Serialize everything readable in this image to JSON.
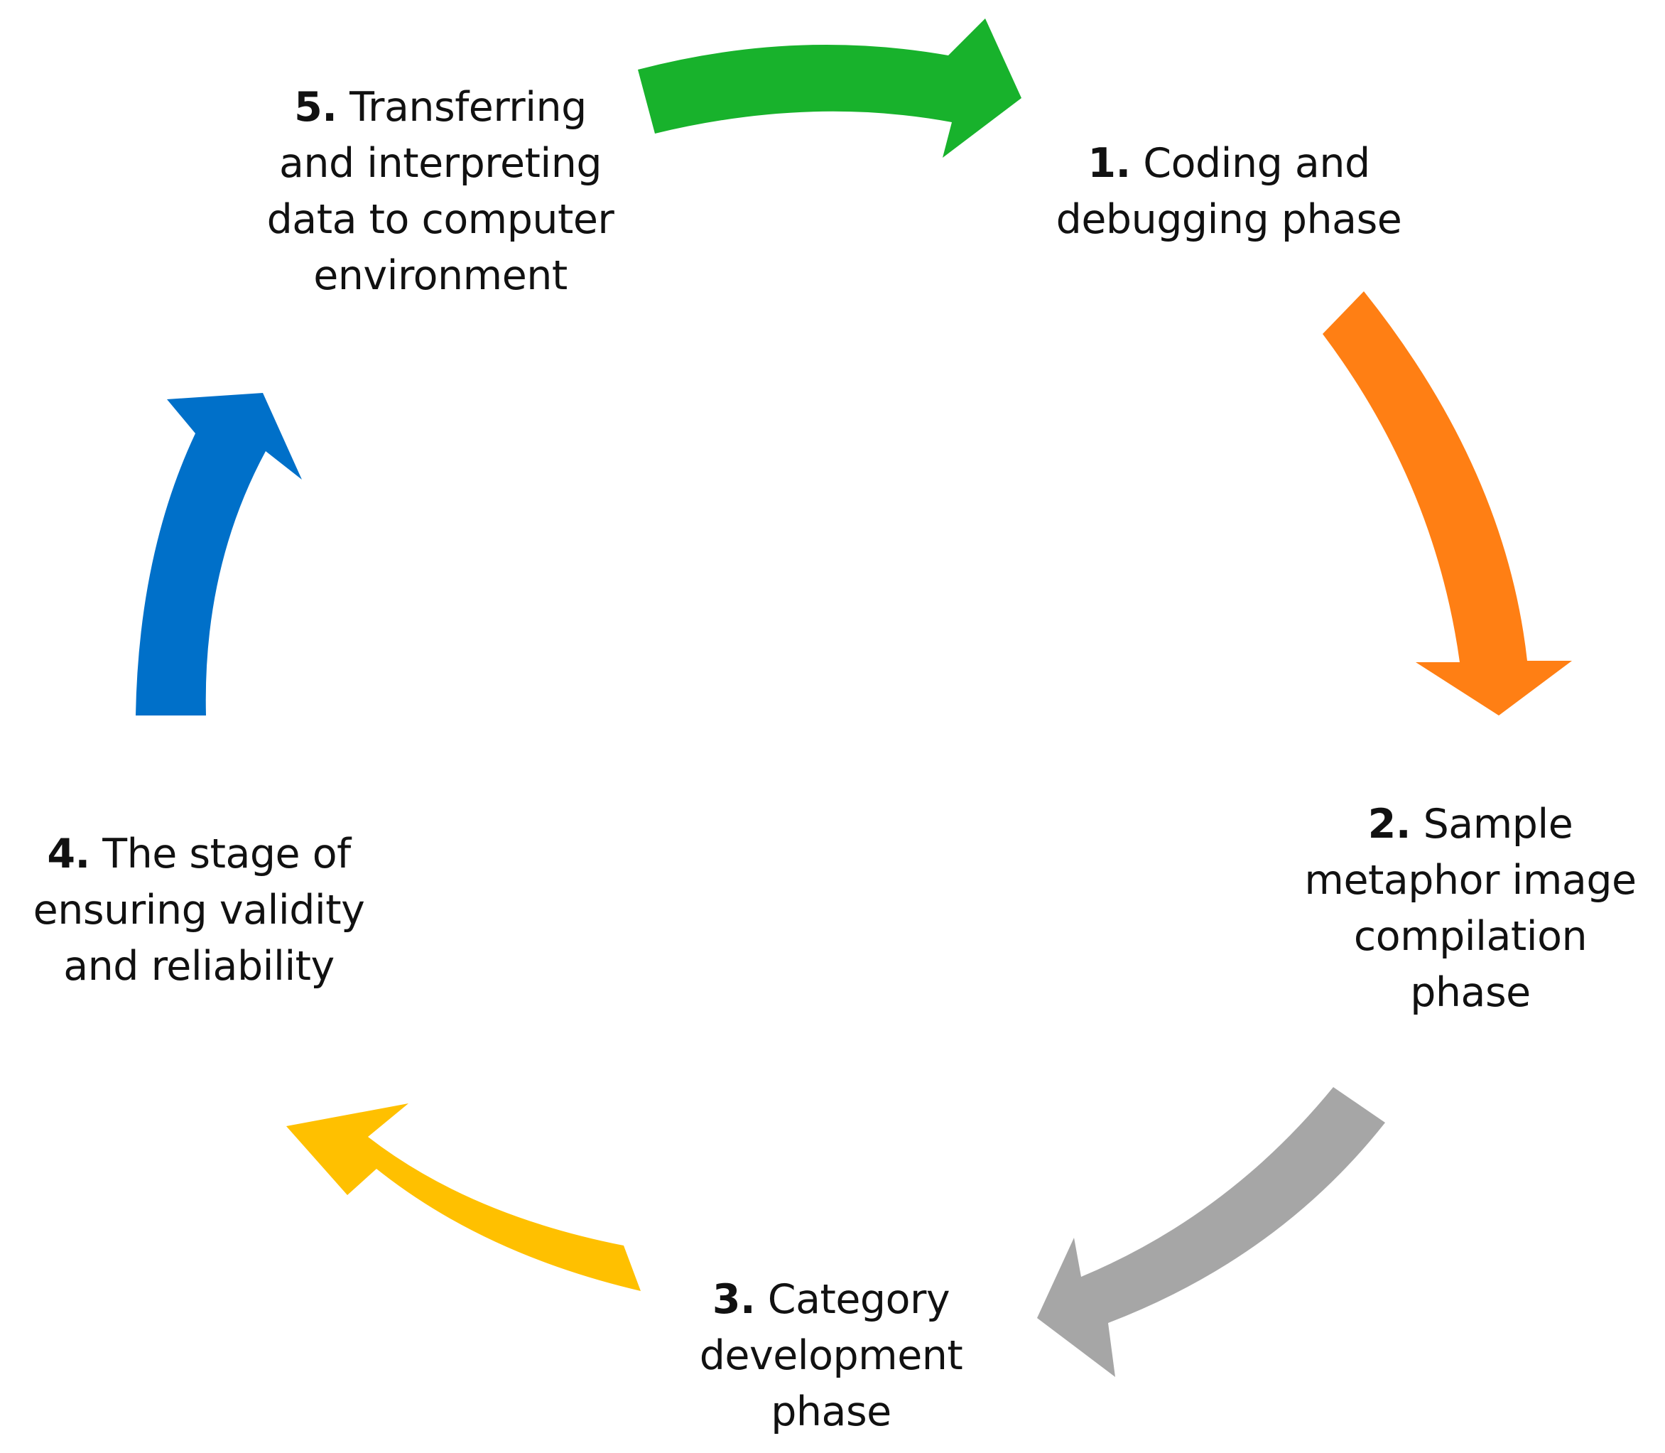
{
  "phases": [
    {
      "number": "1.",
      "lines": [
        "Coding and",
        "debugging phase"
      ]
    },
    {
      "number": "2.",
      "lines": [
        "Sample",
        "metaphor image",
        "compilation",
        "phase"
      ]
    },
    {
      "number": "3.",
      "lines": [
        "Category",
        "development",
        "phase"
      ]
    },
    {
      "number": "4.",
      "lines": [
        "The stage of",
        "ensuring validity",
        "and reliability"
      ]
    },
    {
      "number": "5.",
      "lines": [
        "Transferring",
        "and interpreting",
        "data to computer",
        "environment"
      ]
    }
  ],
  "arrows": [
    {
      "from": "5",
      "to": "1",
      "color": "#18B22C"
    },
    {
      "from": "1",
      "to": "2",
      "color": "#FF7F14"
    },
    {
      "from": "2",
      "to": "3",
      "color": "#A6A6A6"
    },
    {
      "from": "3",
      "to": "4",
      "color": "#FFC000"
    },
    {
      "from": "4",
      "to": "5",
      "color": "#0070C9"
    }
  ]
}
